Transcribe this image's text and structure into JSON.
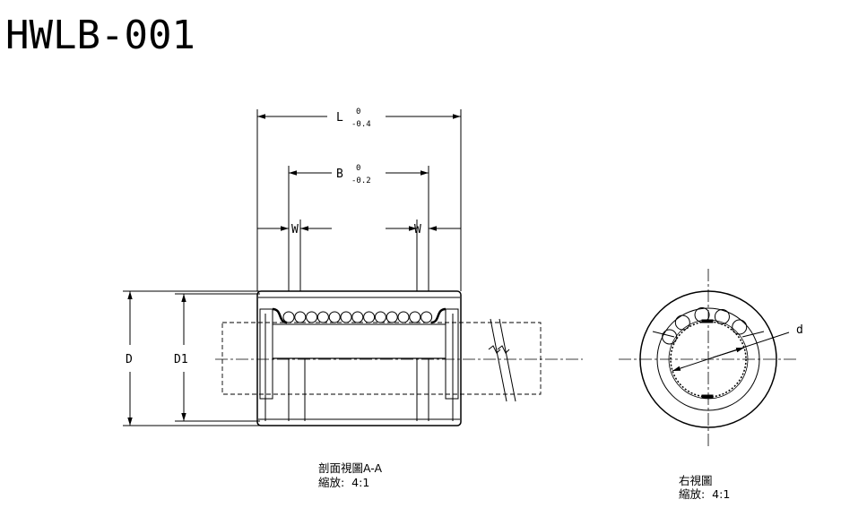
{
  "title": "HWLB-001",
  "dims": {
    "L": "L",
    "L_tol_upper": "0",
    "L_tol_lower": "-0.4",
    "B": "B",
    "B_tol_upper": "0",
    "B_tol_lower": "-0.2",
    "W": "W",
    "D": "D",
    "D1": "D1",
    "d": "d"
  },
  "captions": {
    "section_title": "剖面視圖A-A",
    "section_scale": "縮放:  4:1",
    "right_title": "右視圖",
    "right_scale": "縮放:  4:1"
  }
}
